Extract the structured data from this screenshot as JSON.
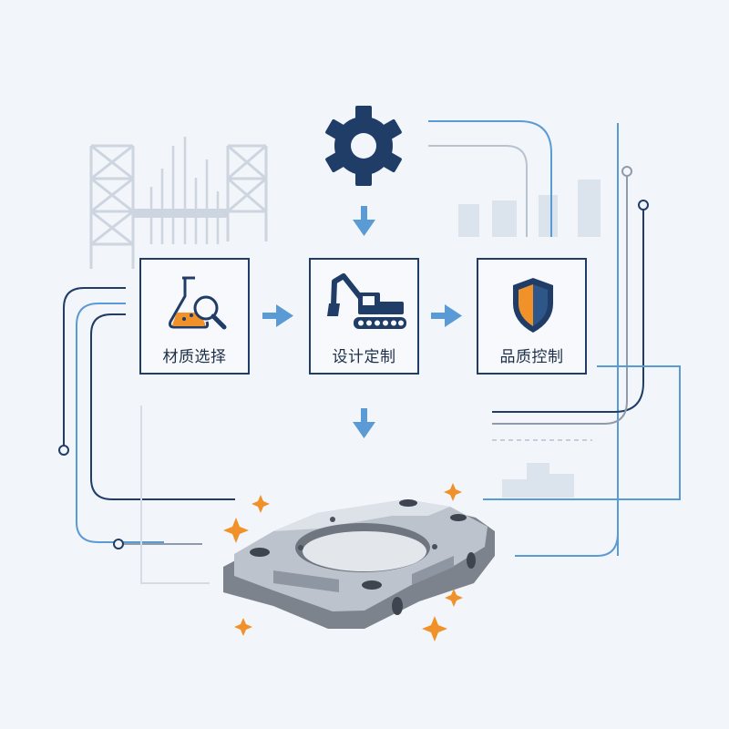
{
  "flow": {
    "steps": [
      {
        "id": "material",
        "label": "材质选择",
        "icon": "flask-magnifier-icon"
      },
      {
        "id": "design",
        "label": "设计定制",
        "icon": "excavator-icon"
      },
      {
        "id": "quality",
        "label": "品质控制",
        "icon": "shield-icon"
      }
    ],
    "input_icon": "gear-icon",
    "output_icon": "machined-metal-part",
    "accent_colors": {
      "navy": "#1f3d66",
      "blue": "#5b9bd5",
      "orange": "#f0912a",
      "grey": "#b9c3cf"
    }
  }
}
